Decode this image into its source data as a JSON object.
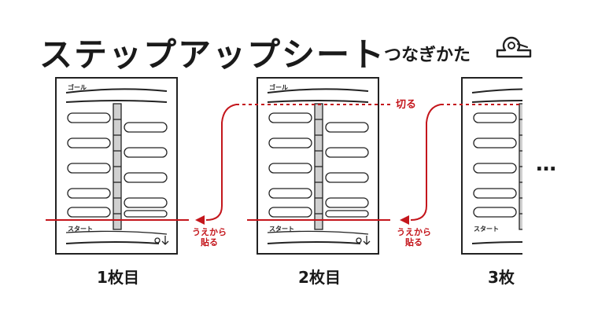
{
  "header": {
    "title": "ステップアップシート",
    "subtitle": "つなぎかた",
    "tape_icon": "tape-dispenser-icon"
  },
  "sheet": {
    "goal_label": "ゴール",
    "start_label": "スタート"
  },
  "sheets": [
    {
      "label": "1枚目"
    },
    {
      "label": "2枚目"
    },
    {
      "label": "3枚"
    }
  ],
  "annotations": {
    "cut_label": "切る",
    "paste_line1": "うえから",
    "paste_line2": "貼る",
    "more": "…"
  },
  "colors": {
    "accent": "#c4161c",
    "ink": "#1a1a1a"
  }
}
